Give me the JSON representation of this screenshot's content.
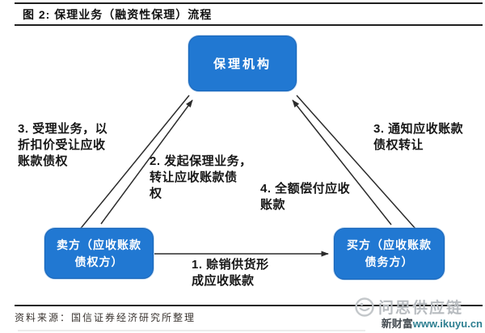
{
  "title": "图 2:  保理业务（融资性保理）流程",
  "nodes": {
    "factor": "保理机构",
    "seller": "卖方（应收账款\n债权方）",
    "buyer": "买方（应收账款\n债务方）"
  },
  "steps": {
    "s1": "1. 赊销供货形\n成应收账款",
    "s2": "2. 发起保理业务，\n转让应收账款债\n权",
    "s3_left": "3. 受理业务，以\n折扣价受让应收\n账款债权",
    "s3_right": "3. 通知应收账款\n债权转让",
    "s4": "4. 全额偿付应收\n账款"
  },
  "footer": {
    "source": "资料来源：国信证券经济研究所整理",
    "watermark": "问思供应链",
    "brand": "新财富",
    "url": "www.ikuyu.cn"
  },
  "colors": {
    "node_fill": "#2178d2",
    "node_border": "#1b66b8",
    "node_text": "#ffffff",
    "arrow": "#2b2b2b",
    "rule": "#1f1f1f",
    "watermark_gray": "#b8bcc0",
    "brand_dark": "#454c52",
    "url_teal": "#2e7f91"
  }
}
